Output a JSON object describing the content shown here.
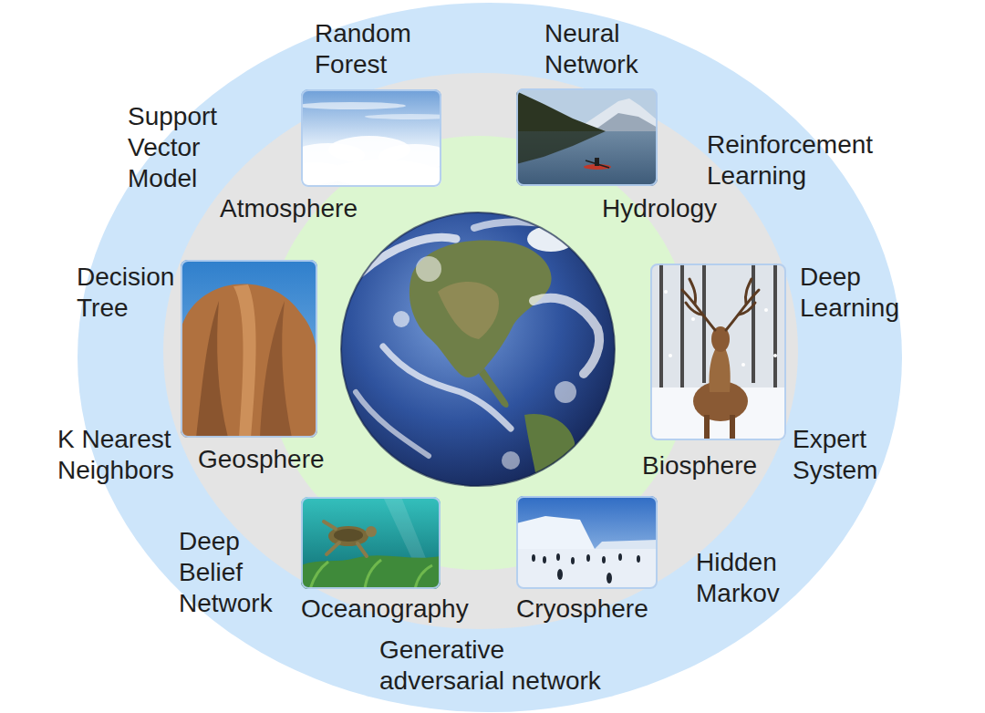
{
  "diagram": {
    "nodes": [
      {
        "text": [
          "Atmosphere"
        ]
      },
      {
        "text": [
          "Hydrology"
        ]
      },
      {
        "text": [
          "Geosphere"
        ]
      },
      {
        "text": [
          "Biosphere"
        ]
      },
      {
        "text": [
          "Oceanography"
        ]
      },
      {
        "text": [
          "Cryosphere"
        ]
      }
    ],
    "labels": [
      "Random Forest",
      "Neural Network",
      "Support Vector Model",
      "Reinforcement Learning",
      "Decision Tree",
      "Deep Learning",
      "K Nearest Neighbors",
      "Expert System",
      "Deep Belief Network",
      "Hidden Markov",
      "Generative adversarial network"
    ]
  }
}
